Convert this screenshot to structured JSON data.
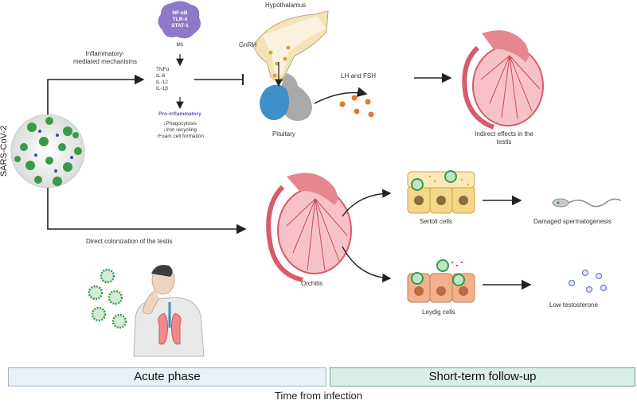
{
  "virus_label": "SARS-CoV-2",
  "m1": {
    "markers": [
      "NF-κB",
      "TLR-4",
      "STAT-1"
    ],
    "label": "M1",
    "cytokines": [
      "TNFα",
      "IL-6",
      "IL-12",
      "IL-1β"
    ],
    "pro_label": "Pro-inflammatory",
    "effects": [
      "↓Phagocytosis",
      "↓Iron recycling",
      "↑Foam cell formation"
    ]
  },
  "labels": {
    "inflammatory": [
      "Inflammatory-",
      "mediated mechanisms"
    ],
    "hypothalamus": "Hypothalamus",
    "gnrh": "GnRH",
    "pituitary": "Pituitary",
    "lh_fsh": "LH and FSH",
    "indirect": [
      "Indirect effects in the",
      "testis"
    ],
    "direct": "Direct colonization of the testis",
    "orchitis": "Orchitis",
    "sertoli": "Sertoli cells",
    "leydig": "Leydig cells",
    "damaged": "Damaged spermatogenesis",
    "low_t": "Low testosterone"
  },
  "phases": {
    "acute": "Acute phase",
    "follow": "Short-term follow-up",
    "axis": "Time from infection"
  },
  "colors": {
    "acute_fill": "#eaf0f7",
    "follow_fill": "#d9efe8",
    "virus_green": "#3a9a4a",
    "m1_purple": "#8e78c8",
    "hypothalamus": "#f3e3b8",
    "pituitary_blue": "#3f8fc8",
    "testis_pink": "#e8868e",
    "sertoli_yellow": "#f4d88a",
    "leydig_orange": "#f2b08c"
  }
}
